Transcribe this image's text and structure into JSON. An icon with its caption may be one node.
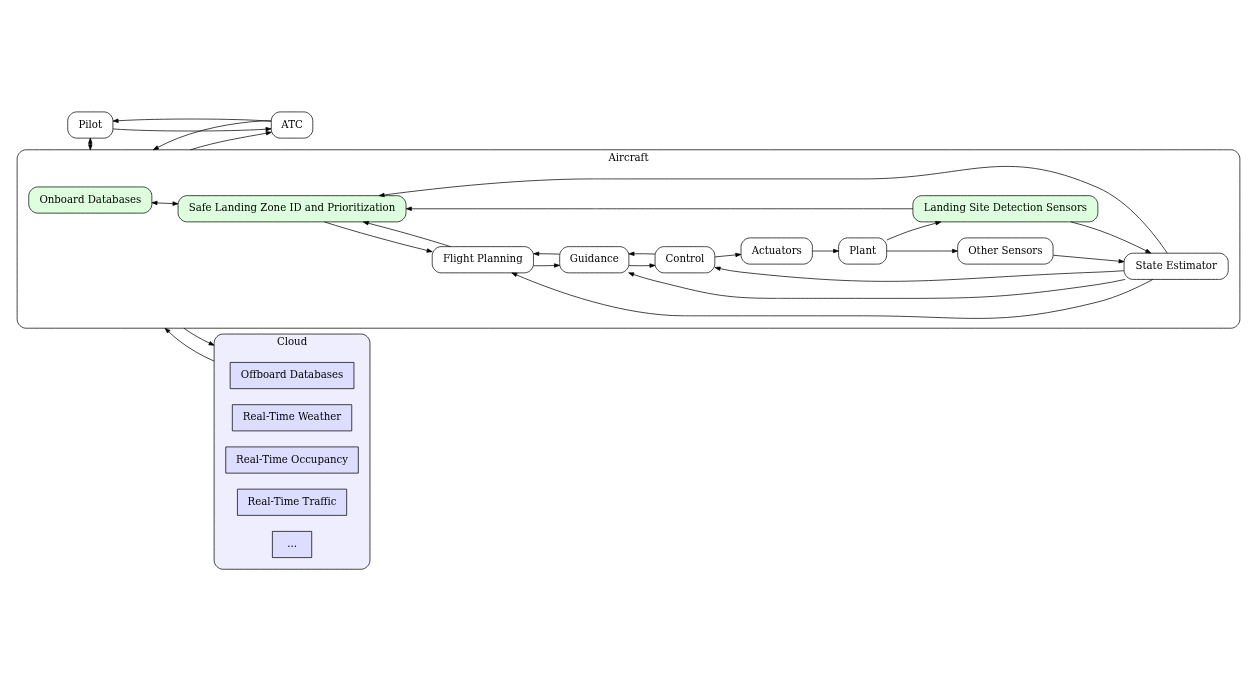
{
  "diagram": {
    "nodes": [
      {
        "text": [
          "Pilot"
        ]
      },
      {
        "text": [
          "ATC"
        ]
      },
      {
        "text": [
          "Aircraft"
        ]
      },
      {
        "text": [
          "Onboard Databases"
        ],
        "in": 2
      },
      {
        "text": [
          "Safe Landing Zone ID and Prioritization"
        ],
        "in": 2
      },
      {
        "text": [
          "Landing Site Detection Sensors"
        ],
        "in": 2
      },
      {
        "text": [
          "State Estimator"
        ],
        "in": 2
      },
      {
        "text": [
          "Flight Planning"
        ],
        "in": 2
      },
      {
        "text": [
          "Other Sensors"
        ],
        "in": 2
      },
      {
        "text": [
          "Guidance"
        ],
        "in": 2
      },
      {
        "text": [
          "Control"
        ],
        "in": 2
      },
      {
        "text": [
          "Plant"
        ],
        "in": 2
      },
      {
        "text": [
          "Actuators"
        ],
        "in": 2
      },
      {
        "text": [
          "Cloud"
        ]
      },
      {
        "text": [
          "Offboard Databases"
        ],
        "in": 13
      },
      {
        "text": [
          "Real-Time Weather"
        ],
        "in": 13
      },
      {
        "text": [
          "Real-Time Occupancy"
        ],
        "in": 13
      },
      {
        "text": [
          "Real-Time Traffic"
        ],
        "in": 13
      },
      {
        "text": [
          "..."
        ],
        "in": 13
      }
    ],
    "edges": [
      {
        "from": 0,
        "to": 2,
        "arrow": "to"
      },
      {
        "from": 2,
        "to": 0,
        "arrow": "to"
      },
      {
        "from": 0,
        "to": 1,
        "arrow": "to"
      },
      {
        "from": 1,
        "to": 0,
        "arrow": "to"
      },
      {
        "from": 1,
        "to": 2,
        "arrow": "to"
      },
      {
        "from": 2,
        "to": 1,
        "arrow": "to"
      },
      {
        "from": 2,
        "to": 13,
        "arrow": "to"
      },
      {
        "from": 13,
        "to": 2,
        "arrow": "to"
      },
      {
        "from": 3,
        "to": 4,
        "arrow": "both"
      },
      {
        "from": 5,
        "to": 4,
        "arrow": "to"
      },
      {
        "from": 6,
        "to": 4,
        "arrow": "to"
      },
      {
        "from": 4,
        "to": 7,
        "arrow": "to"
      },
      {
        "from": 7,
        "to": 4,
        "arrow": "to"
      },
      {
        "from": 7,
        "to": 9,
        "arrow": "to"
      },
      {
        "from": 9,
        "to": 7,
        "arrow": "to"
      },
      {
        "from": 9,
        "to": 10,
        "arrow": "to"
      },
      {
        "from": 10,
        "to": 9,
        "arrow": "to"
      },
      {
        "from": 10,
        "to": 12,
        "arrow": "to"
      },
      {
        "from": 12,
        "to": 11,
        "arrow": "to"
      },
      {
        "from": 11,
        "to": 5,
        "arrow": "to"
      },
      {
        "from": 11,
        "to": 8,
        "arrow": "to"
      },
      {
        "from": 5,
        "to": 6,
        "arrow": "to"
      },
      {
        "from": 8,
        "to": 6,
        "arrow": "to"
      },
      {
        "from": 6,
        "to": 7,
        "arrow": "to"
      },
      {
        "from": 6,
        "to": 9,
        "arrow": "to"
      },
      {
        "from": 6,
        "to": 10,
        "arrow": "to"
      }
    ]
  }
}
